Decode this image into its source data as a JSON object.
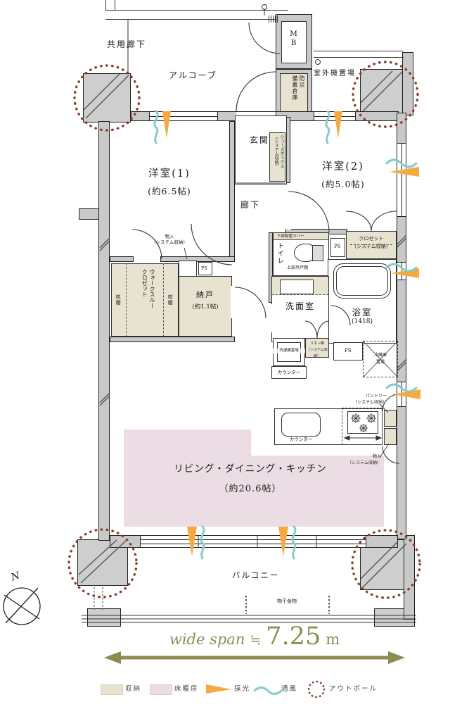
{
  "colors": {
    "wall_gray": "#c9c9c9",
    "storage_beige": "#e8e3d1",
    "floor_heating_pink": "#ecdde5",
    "daylight_orange": "#f5a93f",
    "ventilation_teal": "#85cdc9",
    "outpole_red": "#8b3d2e",
    "span_olive": "#8c8c52"
  },
  "outside": {
    "common_corridor": "共用廊下",
    "alcove": "アルコーブ",
    "mb": "MB",
    "disaster_storage": "防災\n備蓄倉庫",
    "outdoor_unit": "室外機置場",
    "balcony": "バルコニー",
    "laundry_hardware": "物干金物"
  },
  "rooms": {
    "entrance": "玄関",
    "corridor": "廊下",
    "room1_name": "洋室(1)",
    "room1_size": "(約6.5帖)",
    "room2_name": "洋室(2)",
    "room2_size": "(約5.0帖)",
    "nando_name": "納戸",
    "nando_size": "(約1.1帖)",
    "ldk_name": "リビング・ダイニング・キッチン",
    "ldk_size": "（約20.6帖）",
    "washroom": "洗面室",
    "bath_name": "浴室",
    "bath_size": "(1418)",
    "toilet": "トイレ"
  },
  "storage": {
    "shoe_box": "シューズボックス\n（システム収納）",
    "closet_sys": "クロゼット\n（システム収納）",
    "monoire_sys": "物入\n（システム収納）",
    "walkthrough": "ウォークスルー\nクロゼット",
    "makura": "枕棚",
    "linen": "リネン庫\n（システム収納）",
    "pantry": "パントリー\n（システム収納）",
    "ps": "PS"
  },
  "fixtures": {
    "lower_pipe_cover": "下部配管カバー",
    "upper_cabinet": "上部吊戸棚",
    "washing_machine": "洗濯機置場",
    "fridge_space": "冷蔵庫\n置場",
    "counter": "カウンター"
  },
  "span": {
    "prefix": "wide span",
    "approx": "≒",
    "value": "7.25",
    "unit": "m"
  },
  "compass": {
    "north": "N"
  },
  "legend": {
    "storage": "収納",
    "floor_heating": "床暖房",
    "daylight": "採光",
    "ventilation": "通風",
    "outpole": "アウトポール"
  }
}
